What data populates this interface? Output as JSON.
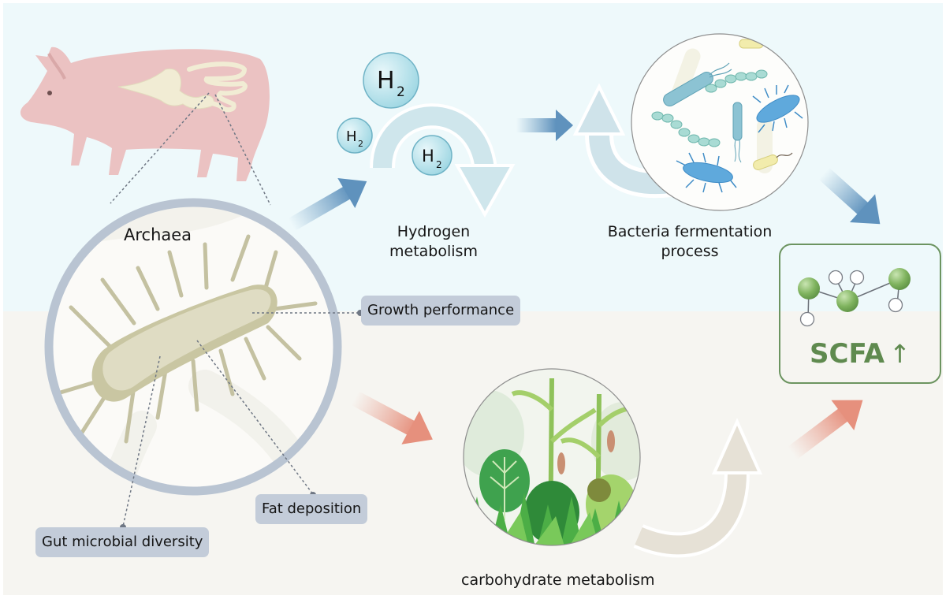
{
  "figure": {
    "type": "graphical-abstract",
    "colors": {
      "top_panel_bg": "#eef9fb",
      "bottom_panel_bg": "#f6f5f1",
      "tag_bg": "#c3ccd9",
      "archaea_ring": "#b9c4d2",
      "scfa_green": "#5f8a4f",
      "blue_arrow": "#6f9fc4",
      "red_arrow": "#e9a292"
    }
  },
  "pig": {
    "icon": "pig-gut-icon"
  },
  "archaea": {
    "title": "Archaea",
    "icon": "archaea-cell-icon"
  },
  "tags": {
    "growth": "Growth performance",
    "fat": "Fat deposition",
    "diversity": "Gut microbial diversity"
  },
  "hydrogen": {
    "molecules": [
      {
        "base": "H",
        "sub": "2",
        "size": "large"
      },
      {
        "base": "H",
        "sub": "2",
        "size": "small"
      },
      {
        "base": "H",
        "sub": "2",
        "size": "medium"
      }
    ],
    "label_line1": "Hydrogen",
    "label_line2": "metabolism"
  },
  "bacteria": {
    "label_line1": "Bacteria fermentation",
    "label_line2": "process",
    "icon": "bacteria-circle-icon"
  },
  "carbohydrate": {
    "label": "carbohydrate metabolism",
    "icon": "plants-circle-icon"
  },
  "scfa": {
    "label": "SCFA",
    "arrow": "↑",
    "icon": "molecule-icon"
  }
}
